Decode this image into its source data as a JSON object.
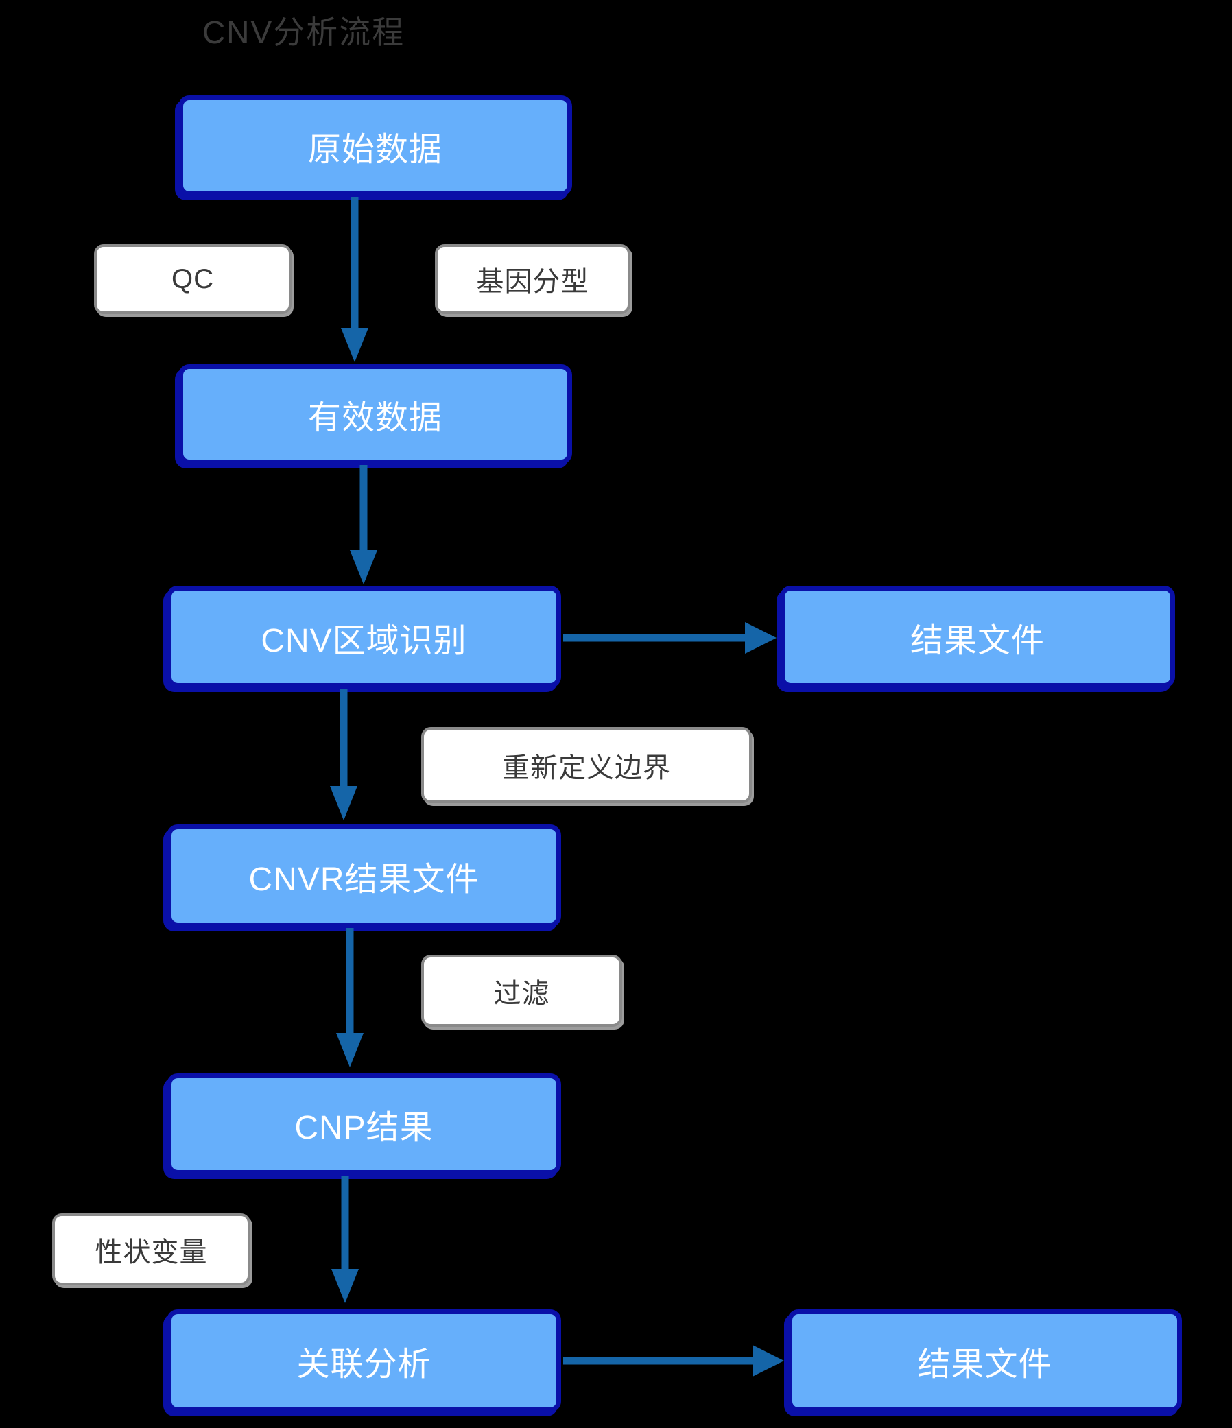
{
  "title": "CNV分析流程",
  "diagram_type": "flowchart",
  "nodes": {
    "raw_data": "原始数据",
    "valid_data": "有效数据",
    "cnv_region": "CNV区域识别",
    "result_file_1": "结果文件",
    "cnvr_result": "CNVR结果文件",
    "cnp_result": "CNP结果",
    "association": "关联分析",
    "result_file_2": "结果文件"
  },
  "labels": {
    "qc": "QC",
    "genotyping": "基因分型",
    "redefine_boundary": "重新定义边界",
    "filter": "过滤",
    "trait_variable": "性状变量"
  },
  "edges": [
    {
      "from": "raw_data",
      "to": "valid_data",
      "label_keys": [
        "qc",
        "genotyping"
      ]
    },
    {
      "from": "valid_data",
      "to": "cnv_region",
      "label_keys": []
    },
    {
      "from": "cnv_region",
      "to": "result_file_1",
      "label_keys": []
    },
    {
      "from": "cnv_region",
      "to": "cnvr_result",
      "label_keys": [
        "redefine_boundary"
      ]
    },
    {
      "from": "cnvr_result",
      "to": "cnp_result",
      "label_keys": [
        "filter"
      ]
    },
    {
      "from": "cnp_result",
      "to": "association",
      "label_keys": [
        "trait_variable"
      ]
    },
    {
      "from": "association",
      "to": "result_file_2",
      "label_keys": []
    }
  ],
  "colors": {
    "background": "#000000",
    "title_text": "#3B3B3B",
    "node_fill": "#66AFFB",
    "node_border": "#0A10A8",
    "node_text": "#FFFFFF",
    "label_fill": "#FFFFFF",
    "label_border": "#8A8A8A",
    "label_text": "#3A3A3A",
    "arrow": "#1565A8"
  }
}
